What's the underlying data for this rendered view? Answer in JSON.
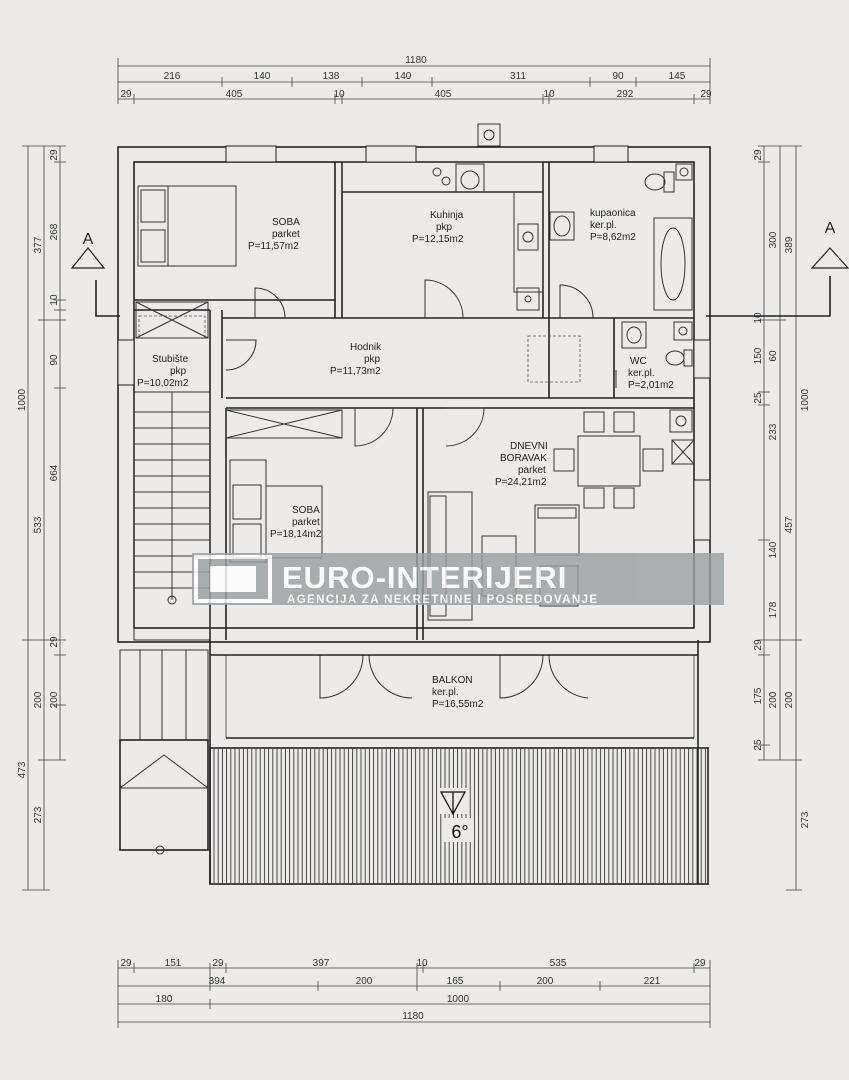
{
  "dims_top": {
    "overall": "1180",
    "row2": [
      "216",
      "140",
      "138",
      "140",
      "311",
      "90",
      "145"
    ],
    "row3": [
      "29",
      "405",
      "10",
      "405",
      "10",
      "292",
      "29"
    ]
  },
  "dims_left": {
    "outer": [
      "1000",
      "473"
    ],
    "mid": [
      "377",
      "533",
      "273"
    ],
    "inner": [
      "29",
      "268",
      "10",
      "90",
      "664",
      "29",
      "200",
      "200"
    ]
  },
  "dims_right": {
    "outer": [
      "1000",
      "273"
    ],
    "mid": [
      "389",
      "457",
      "200"
    ],
    "inner": [
      "29",
      "300",
      "10",
      "150",
      "60",
      "25",
      "233",
      "140",
      "178",
      "29",
      "175",
      "200",
      "25"
    ]
  },
  "dims_bottom": {
    "row1": [
      "29",
      "151",
      "29",
      "397",
      "10",
      "535",
      "29"
    ],
    "row2": [
      "394",
      "200",
      "165",
      "200",
      "221"
    ],
    "row3": [
      "180",
      "1000"
    ],
    "overall": "1180"
  },
  "rooms": {
    "soba1": [
      "SOBA",
      "parket",
      "P=11,57m2"
    ],
    "kuhinja": [
      "Kuhinja",
      "pkp",
      "P=12,15m2"
    ],
    "kupaonica": [
      "kupaonica",
      "ker.pl.",
      "P=8,62m2"
    ],
    "hodnik": [
      "Hodnik",
      "pkp",
      "P=11,73m2"
    ],
    "stubiste": [
      "Stubište",
      "pkp",
      "P=10,02m2"
    ],
    "wc": [
      "WC",
      "ker.pl.",
      "P=2,01m2"
    ],
    "boravak": [
      "DNEVNI",
      "BORAVAK",
      "parket",
      "P=24,21m2"
    ],
    "soba2": [
      "SOBA",
      "parket",
      "P=18,14m2"
    ],
    "balkon": [
      "BALKON",
      "ker.pl.",
      "P=16,55m2"
    ]
  },
  "section_marks": [
    "A",
    "A"
  ],
  "roof_slope": "6°",
  "watermark": {
    "name": "EURO-INTERIJERI",
    "tagline": "AGENCIJA ZA NEKRETNINE I POSREDOVANJE"
  }
}
